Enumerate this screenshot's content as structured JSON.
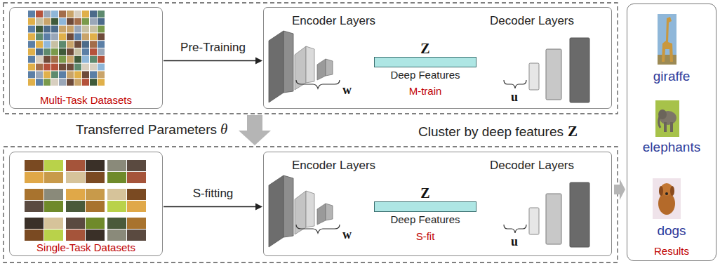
{
  "diagram": {
    "nodes": [
      {
        "text": [
          "Multi-Task Datasets"
        ]
      },
      {
        "text": [
          "Encoder Layers",
          "Decoder Layers",
          "M-train"
        ]
      },
      {
        "text": [
          "Z",
          "Deep Features"
        ],
        "in": 1
      },
      {
        "text": [
          "Single-Task Datasets"
        ]
      },
      {
        "text": [
          "Encoder Layers",
          "Decoder Layers",
          "S-fit"
        ]
      },
      {
        "text": [
          "Z",
          "Deep Features"
        ],
        "in": 4
      },
      {
        "text": [
          "giraffe",
          "elephants",
          "dogs",
          "Results"
        ]
      }
    ],
    "edges": [
      {
        "from": 0,
        "to": 1,
        "label": "Pre-Training",
        "arrow": "to"
      },
      {
        "from": 3,
        "to": 4,
        "label": "S-fitting",
        "arrow": "to"
      },
      {
        "from": 4,
        "to": 6,
        "arrow": "to"
      }
    ],
    "labels": [
      "Transferred Parameters",
      "θ",
      "Cluster by deep features",
      "Z",
      "w",
      "u",
      "w",
      "u"
    ]
  }
}
